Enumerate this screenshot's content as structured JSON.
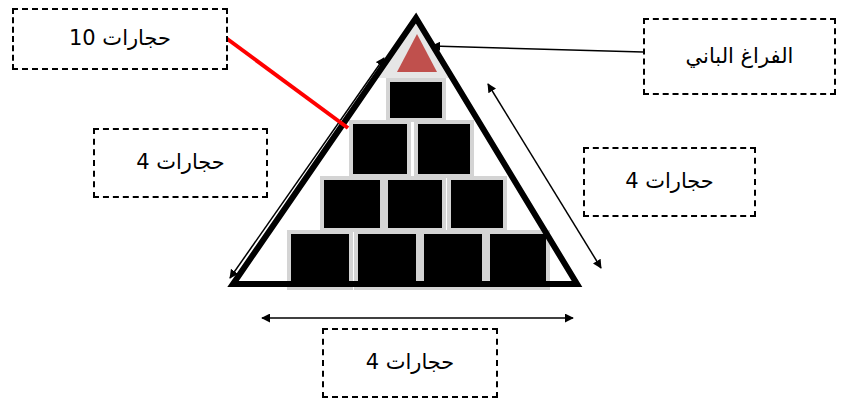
{
  "diagram": {
    "nodes": [
      {
        "text": [
          "10 حجارات"
        ]
      },
      {
        "text": [
          "الفراغ الباني"
        ]
      },
      {
        "text": [
          "4 حجارات"
        ]
      },
      {
        "text": [
          "4 حجارات"
        ]
      },
      {
        "text": [
          "4 حجارات"
        ]
      }
    ]
  }
}
